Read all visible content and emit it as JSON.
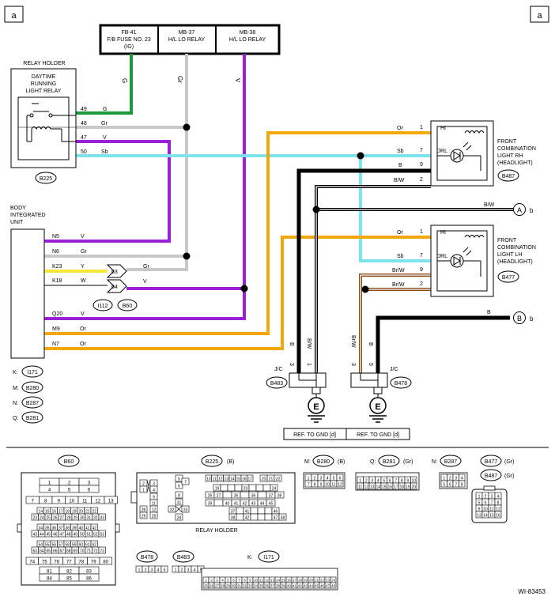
{
  "corner_letter": "a",
  "figure_id": "WI-83453",
  "colors": {
    "green": "#1a9a3a",
    "gray": "#c8c8c8",
    "violet": "#9b1fd6",
    "skyblue": "#7fe3ee",
    "orange": "#f2a80d",
    "yellow": "#f5e73a",
    "black": "#000000",
    "brown": "#8a4a17"
  },
  "fuses": [
    {
      "line1": "FB-41",
      "line2": "F/B FUSE NO. 23",
      "line3": "(IG)"
    },
    {
      "line1": "MB-37",
      "line2": "H/L LO RELAY",
      "line3": ""
    },
    {
      "line1": "MB-38",
      "line2": "H/L LO RELAY",
      "line3": ""
    }
  ],
  "fuse_wire_labels": {
    "g": "G",
    "gr": "Gr",
    "v": "V"
  },
  "relay_holder": {
    "title": "RELAY HOLDER",
    "relay_lines": [
      "DAYTIME",
      "RUNNING",
      "LIGHT RELAY"
    ],
    "connector": "B225",
    "pins": [
      {
        "pin": "49",
        "color": "G"
      },
      {
        "pin": "48",
        "color": "Gr"
      },
      {
        "pin": "47",
        "color": "V"
      },
      {
        "pin": "50",
        "color": "Sb"
      }
    ]
  },
  "biu": {
    "title_lines": [
      "BODY",
      "INTEGRATED",
      "UNIT"
    ],
    "pins": [
      {
        "pin": "N5",
        "color": "V"
      },
      {
        "pin": "N6",
        "color": "Gr"
      },
      {
        "pin": "K23",
        "color": "Y"
      },
      {
        "pin": "K18",
        "color": "W"
      },
      {
        "pin": "Q20",
        "color": "V"
      },
      {
        "pin": "M9",
        "color": "Or"
      },
      {
        "pin": "N7",
        "color": "Or"
      }
    ],
    "legend": [
      {
        "letter": "K:",
        "conn": "I171"
      },
      {
        "letter": "M:",
        "conn": "B280"
      },
      {
        "letter": "N:",
        "conn": "B287"
      },
      {
        "letter": "Q:",
        "conn": "B281"
      }
    ]
  },
  "joint": {
    "pin63": "63",
    "pin64": "64",
    "gr": "Gr",
    "v": "V",
    "conn1": "I112",
    "conn2": "B60"
  },
  "headlight_rh": {
    "title_lines": [
      "FRONT",
      "COMBINATION",
      "LIGHT RH",
      "(HEADLIGHT)"
    ],
    "connector": "B487",
    "hi": "HI",
    "drl": "DRL",
    "pins": [
      {
        "pin": "1",
        "color": "Or"
      },
      {
        "pin": "7",
        "color": "Sb"
      },
      {
        "pin": "9",
        "color": "B"
      },
      {
        "pin": "2",
        "color": "B/W"
      }
    ]
  },
  "headlight_lh": {
    "title_lines": [
      "FRONT",
      "COMBINATION",
      "LIGHT LH",
      "(HEADLIGHT)"
    ],
    "connector": "B477",
    "hi": "HI",
    "drl": "DRL",
    "pins": [
      {
        "pin": "1",
        "color": "Or"
      },
      {
        "pin": "7",
        "color": "Sb"
      },
      {
        "pin": "9",
        "color": "Br/W"
      },
      {
        "pin": "2",
        "color": "Br/W"
      }
    ]
  },
  "offpage": [
    {
      "letter": "A",
      "wire": "B/W",
      "dest": "b"
    },
    {
      "letter": "B",
      "wire": "B",
      "dest": "b"
    }
  ],
  "jc_left": {
    "label": "J/C",
    "conn": "B483",
    "pin3": "3",
    "pin1": "1",
    "wire3": "B",
    "wire1": "B/W"
  },
  "jc_right": {
    "label": "J/C",
    "conn": "B478",
    "pin3": "3",
    "pin5": "5",
    "wire3": "Br/W",
    "wire5": "B"
  },
  "ground_symbol": "E",
  "ref_gnd": [
    "REF. TO GND [d]",
    "REF. TO GND [d]"
  ],
  "connector_views": {
    "b60": "B60",
    "b225": {
      "name": "B225",
      "suffix": "(B)",
      "footer": "RELAY HOLDER"
    },
    "b280": {
      "prefix": "M:",
      "name": "B280",
      "suffix": "(B)"
    },
    "b281": {
      "prefix": "Q:",
      "name": "B281",
      "suffix": "(Gr)"
    },
    "b287": {
      "prefix": "N:",
      "name": "B287"
    },
    "b477": {
      "name": "B477",
      "suffix": "(Gr)"
    },
    "b487": {
      "name": "B487",
      "suffix": "(Gr)"
    },
    "b478": "B478",
    "b483": "B483",
    "i171": {
      "prefix": "K:",
      "name": "I171"
    }
  }
}
